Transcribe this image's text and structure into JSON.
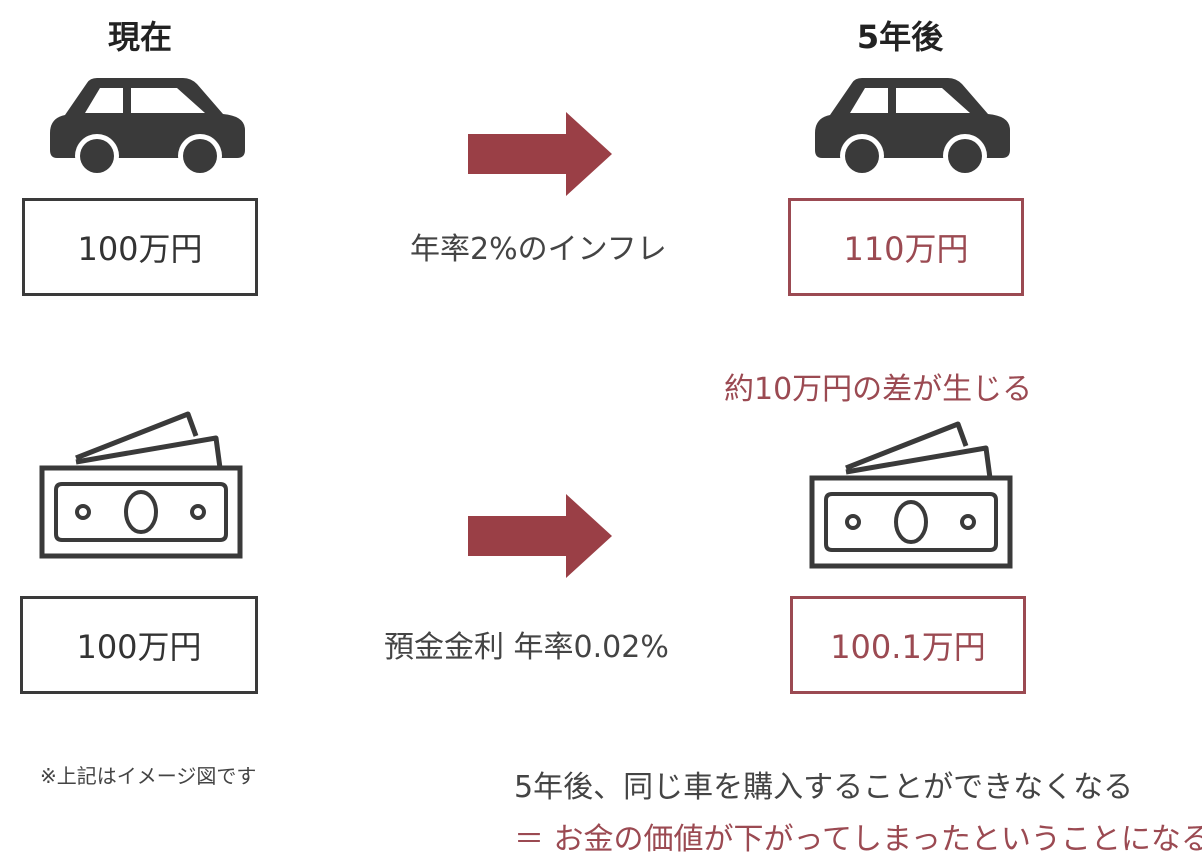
{
  "headings": {
    "now": "現在",
    "after": "5年後"
  },
  "car": {
    "now_price": "100万円",
    "arrow_caption": "年率2%のインフレ",
    "after_price": "110万円"
  },
  "difference_note": "約10万円の差が生じる",
  "money": {
    "now_amount": "100万円",
    "arrow_caption": "預金金利 年率0.02%",
    "after_amount": "100.1万円"
  },
  "disclaimer": "※上記はイメージ図です",
  "conclusion": {
    "line1": "5年後、同じ車を購入することができなくなる",
    "line2": "＝ お金の価値が下がってしまったということになる"
  },
  "icons": [
    "car-icon",
    "banknote-icon",
    "right-arrow-icon"
  ],
  "colors": {
    "accent": "#9b4a52",
    "arrow": "#9a3f46",
    "dark": "#3a3a3a"
  }
}
